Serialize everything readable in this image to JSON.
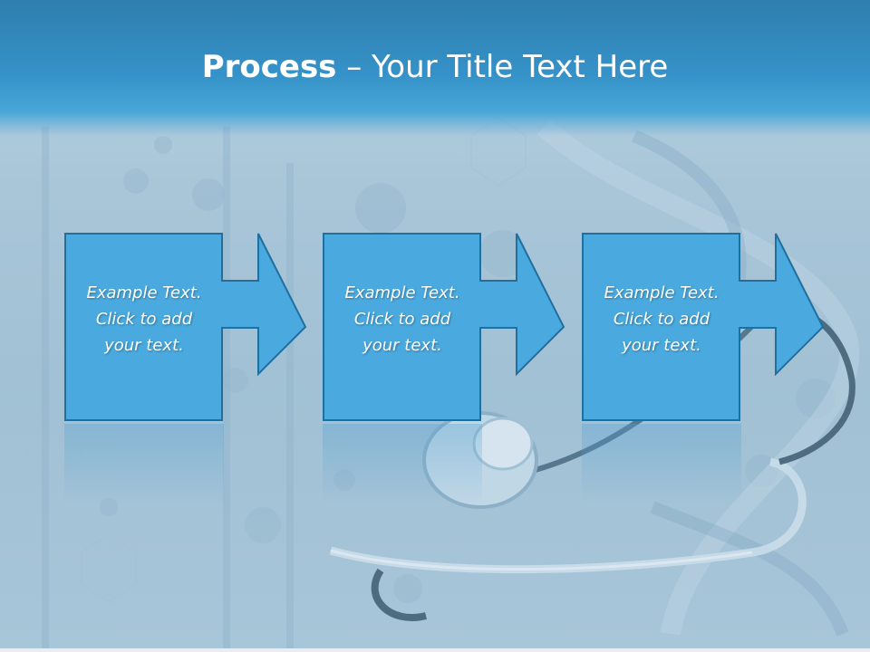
{
  "slide": {
    "title_bold": "Process",
    "title_rest": " – Your Title Text Here"
  },
  "steps": [
    {
      "text": "Example Text.\nClick  to add\nyour text."
    },
    {
      "text": "Example Text.\nClick  to add\nyour text."
    },
    {
      "text": "Example Text.\nClick  to add\nyour text."
    }
  ],
  "colors": {
    "header": "#3592c8",
    "box_fill": "#4aaae0",
    "box_border": "#1f6f9f",
    "text": "#ffffff"
  }
}
